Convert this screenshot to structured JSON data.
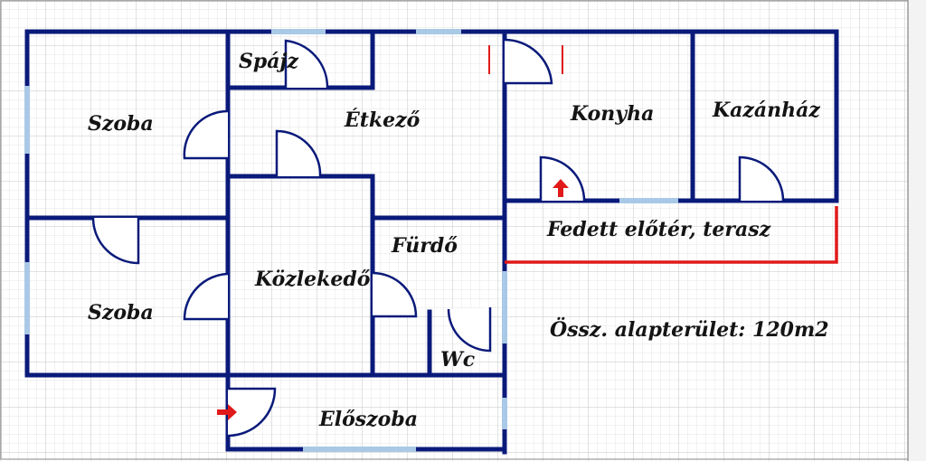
{
  "rooms": {
    "spajz": "Spájz",
    "szoba_top": "Szoba",
    "etkezo": "Étkező",
    "konyha": "Konyha",
    "kazanhaz": "Kazánház",
    "fedett": "Fedett előtér, terasz",
    "furdo": "Fürdő",
    "kozlekedo": "Közlekedő",
    "szoba_bottom": "Szoba",
    "wc": "Wc",
    "eloszoba": "Előszoba"
  },
  "area_note": "Össz. alapterület: 120m2",
  "colors": {
    "wall": "#0a1a7a",
    "window": "#a9c9e6",
    "accent": "#e01a1a",
    "grid_minor": "#dcdcdc",
    "grid_major": "#c4c4c4"
  }
}
